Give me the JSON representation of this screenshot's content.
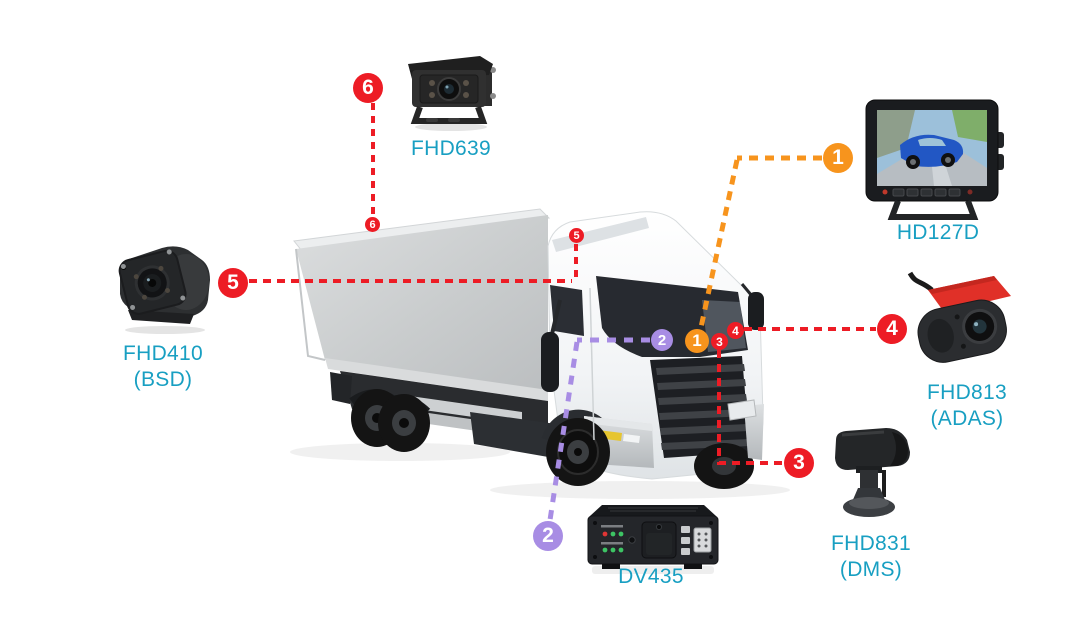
{
  "colors": {
    "marker_red": "#ed1c25",
    "marker_orange": "#f7941d",
    "marker_purple": "#a88de4",
    "label_teal": "#189fc2"
  },
  "devices": {
    "monitor": {
      "model": "HD127D"
    },
    "front_camera": {
      "model": "FHD639"
    },
    "adas_camera": {
      "model": "FHD813",
      "variant": "(ADAS)"
    },
    "dms_camera": {
      "model": "FHD831",
      "variant": "(DMS)"
    },
    "bsd_camera": {
      "model": "FHD410",
      "variant": "(BSD)"
    },
    "dvr": {
      "model": "DV435"
    }
  },
  "markers": {
    "m1": {
      "num": "1",
      "color": "#f7941d",
      "device": "HD127D"
    },
    "m2": {
      "num": "2",
      "color": "#a88de4",
      "device": "DV435"
    },
    "m3": {
      "num": "3",
      "color": "#ed1c25",
      "device": "FHD831 (DMS)"
    },
    "m4": {
      "num": "4",
      "color": "#ed1c25",
      "device": "FHD813 (ADAS)"
    },
    "m5": {
      "num": "5",
      "color": "#ed1c25",
      "device": "FHD410 (BSD)"
    },
    "m6": {
      "num": "6",
      "color": "#ed1c25",
      "device": "FHD639"
    }
  }
}
